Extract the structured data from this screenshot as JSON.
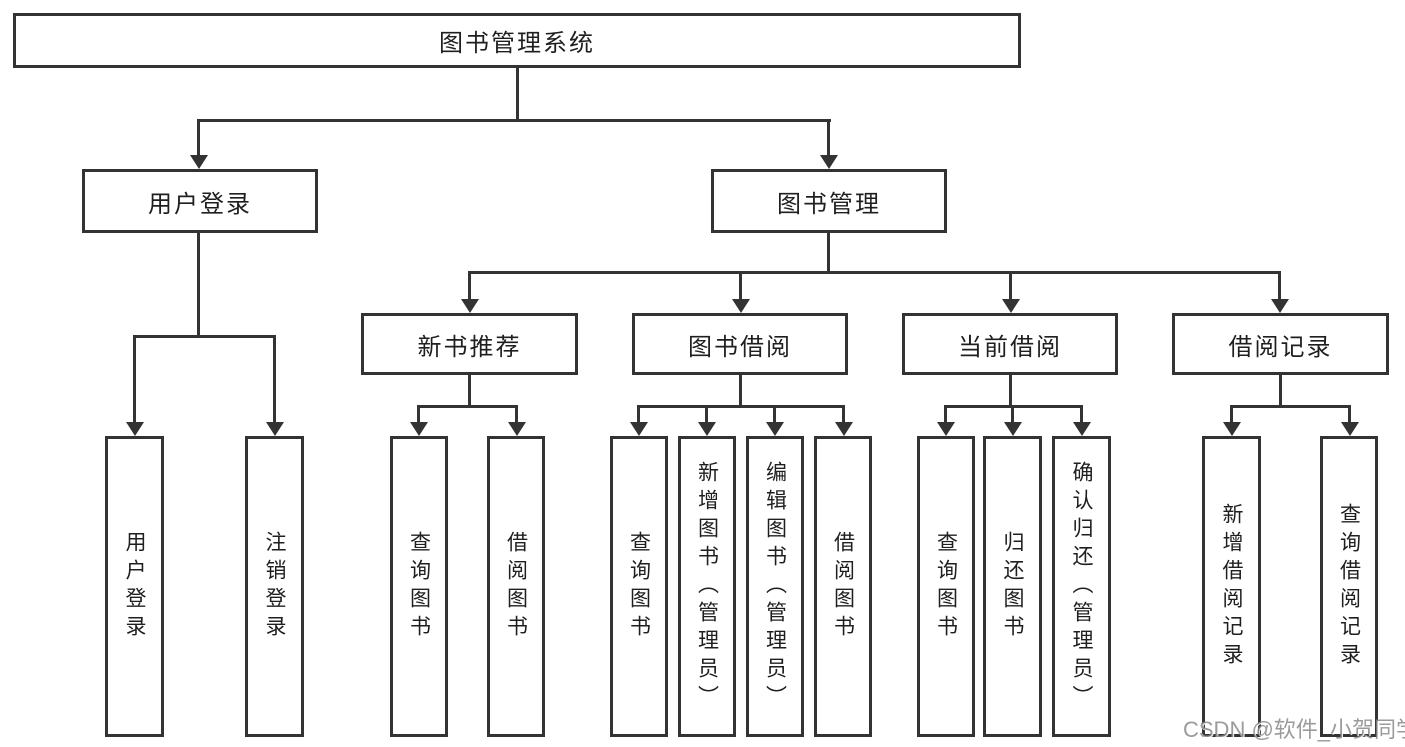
{
  "root": {
    "label": "图书管理系统"
  },
  "branches": {
    "user_login": {
      "label": "用户登录"
    },
    "book_mgmt": {
      "label": "图书管理"
    }
  },
  "modules": [
    {
      "label": "新书推荐"
    },
    {
      "label": "图书借阅"
    },
    {
      "label": "当前借阅"
    },
    {
      "label": "借阅记录"
    }
  ],
  "leaves": {
    "login": [
      "用户登录",
      "注销登录"
    ],
    "recommend": [
      "查询图书",
      "借阅图书"
    ],
    "borrow": [
      "查询图书",
      "新增图书（管理员）",
      "编辑图书（管理员）",
      "借阅图书"
    ],
    "current": [
      "查询图书",
      "归还图书",
      "确认归还（管理员）"
    ],
    "records": [
      "新增借阅记录",
      "查询借阅记录"
    ]
  },
  "watermark": "CSDN @软件_小贺同学",
  "colors": {
    "line": "#333333",
    "text": "#1f1f1f",
    "background": "#ffffff",
    "watermark": "#828282"
  }
}
